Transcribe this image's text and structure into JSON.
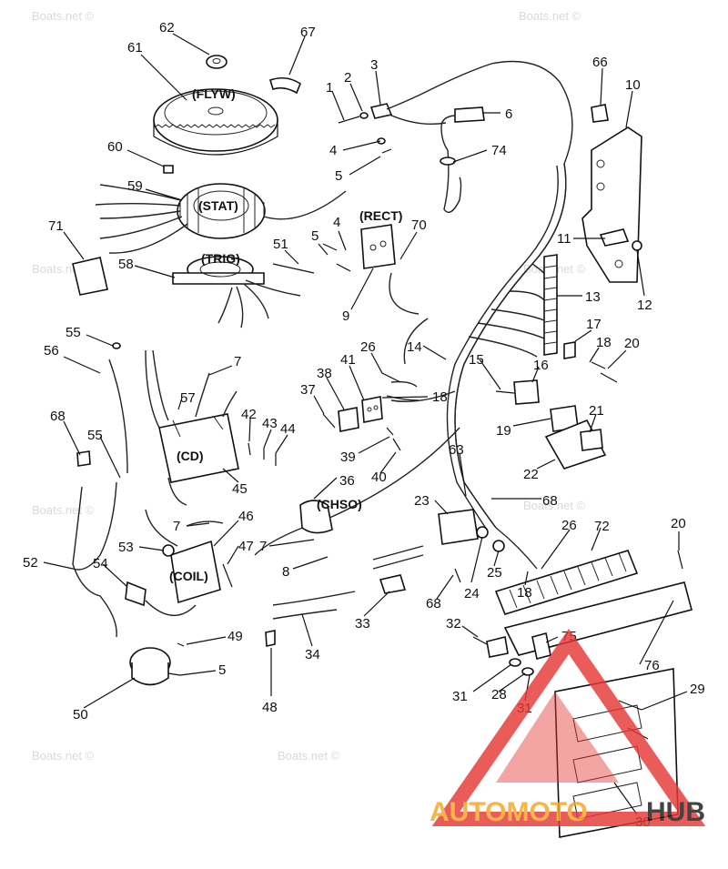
{
  "watermark_text": "Boats.net ©",
  "part_labels": {
    "flyw": "(FLYW)",
    "stat": "(STAT)",
    "trig": "(TRIG)",
    "rect": "(RECT)",
    "cd": "(CD)",
    "coil": "(COIL)",
    "chso": "(CHSO)"
  },
  "callouts": [
    "62",
    "67",
    "61",
    "1",
    "2",
    "3",
    "6",
    "4",
    "5",
    "74",
    "66",
    "10",
    "60",
    "59",
    "71",
    "58",
    "51",
    "5",
    "4",
    "70",
    "11",
    "12",
    "13",
    "9",
    "55",
    "56",
    "7",
    "57",
    "42",
    "43",
    "44",
    "26",
    "41",
    "38",
    "37",
    "18",
    "14",
    "15",
    "16",
    "17",
    "18",
    "20",
    "19",
    "21",
    "22",
    "39",
    "40",
    "68",
    "55",
    "45",
    "36",
    "63",
    "23",
    "68",
    "7",
    "46",
    "53",
    "47",
    "52",
    "54",
    "7",
    "8",
    "24",
    "25",
    "26",
    "18",
    "72",
    "20",
    "33",
    "34",
    "68",
    "49",
    "5",
    "50",
    "48",
    "32",
    "75",
    "76",
    "31",
    "28",
    "31",
    "29",
    "30"
  ],
  "logo": {
    "text_left": "AUTOMOTO",
    "text_right": "HUB",
    "color_left": "#f5a623",
    "color_right": "#1a1a1a",
    "triangle_color": "#e53935"
  }
}
